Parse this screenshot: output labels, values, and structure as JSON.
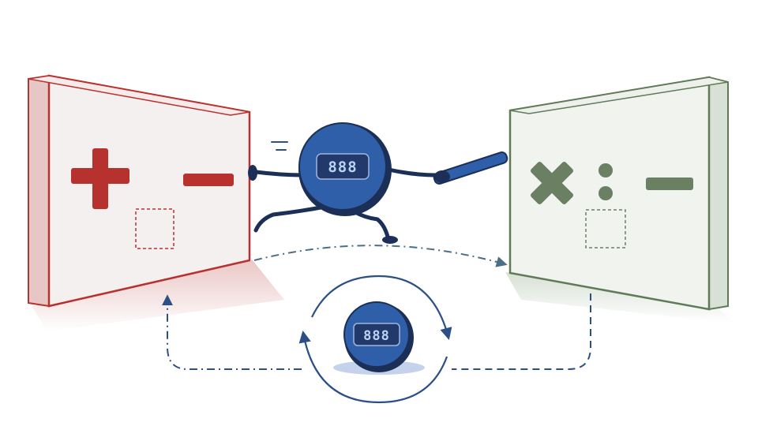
{
  "colors": {
    "background": "#ffffff",
    "left_panel": "#b7322e",
    "left_panel_fill": "#f1ecec",
    "right_panel": "#5f7a57",
    "right_panel_fill": "#eef0ec",
    "token": "#2f5fa8",
    "token_dark": "#1b2f57",
    "token_screen": "#22396b",
    "arrow": "#2c4f86"
  },
  "left_panel": {
    "symbols": [
      {
        "name": "plus",
        "icon": "plus-icon",
        "glyph": "+"
      },
      {
        "name": "minus",
        "icon": "minus-icon",
        "glyph": "−"
      }
    ],
    "empty_slot": "dashed-slot"
  },
  "right_panel": {
    "symbols": [
      {
        "name": "times",
        "icon": "times-icon",
        "glyph": "×"
      },
      {
        "name": "divide",
        "icon": "divide-icon",
        "glyph": "÷"
      },
      {
        "name": "minus",
        "icon": "minus-icon",
        "glyph": "−"
      }
    ],
    "empty_slot": "dashed-slot"
  },
  "runner_token": {
    "display": "888",
    "holds": "baton"
  },
  "center_token": {
    "display": "888",
    "cycle": "circular-arrows"
  },
  "flows": [
    {
      "from": "left_panel",
      "to": "right_panel",
      "style": "dash-dot-arrow"
    },
    {
      "from": "right_panel",
      "to": "center_token",
      "style": "dashed"
    },
    {
      "from": "center_token",
      "to": "left_panel",
      "style": "dash-dot-arrow"
    }
  ]
}
